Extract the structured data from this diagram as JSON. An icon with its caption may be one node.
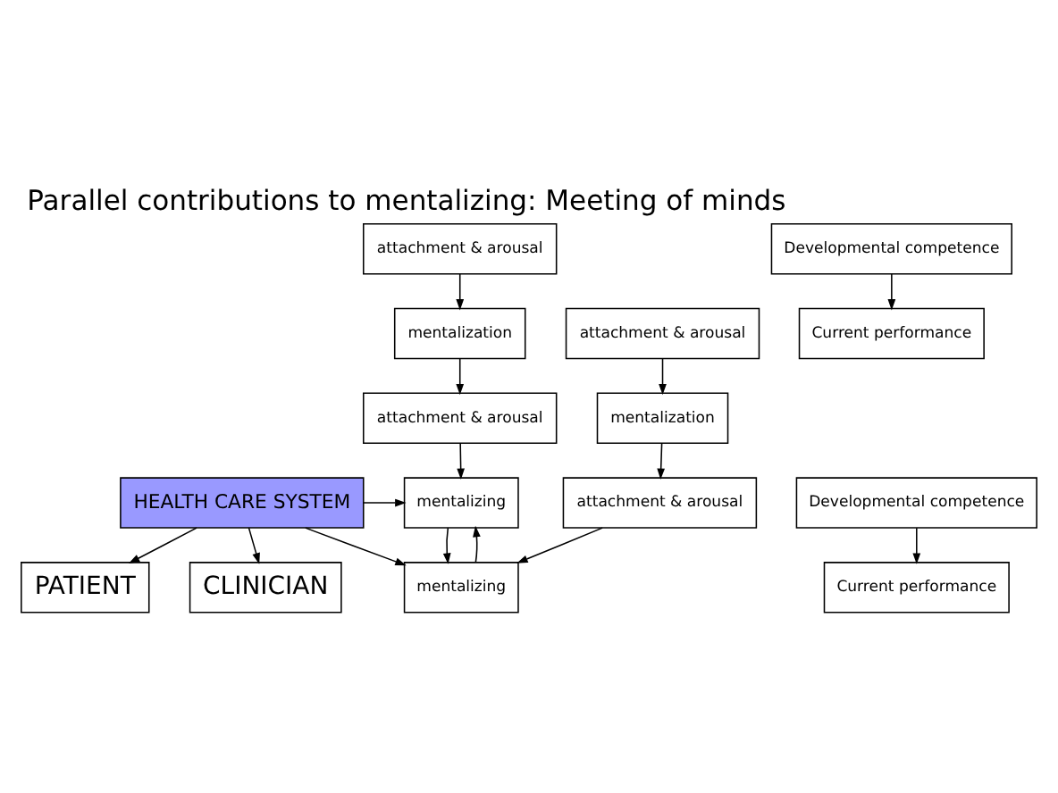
{
  "diagram": {
    "title": "Parallel contributions to mentalizing: Meeting of minds",
    "nodes": [
      {
        "text": [
          "PATIENT"
        ]
      },
      {
        "text": [
          "HEALTH CARE SYSTEM"
        ]
      },
      {
        "text": [
          "CLINICIAN"
        ]
      },
      {
        "text": [
          "attachment & arousal"
        ]
      },
      {
        "text": [
          "mentalization"
        ]
      },
      {
        "text": [
          "attachment & arousal"
        ]
      },
      {
        "text": [
          "mentalizing"
        ]
      },
      {
        "text": [
          "mentalizing"
        ]
      },
      {
        "text": [
          "attachment & arousal"
        ]
      },
      {
        "text": [
          "mentalization"
        ]
      },
      {
        "text": [
          "attachment & arousal"
        ]
      },
      {
        "text": [
          "Developmental competence"
        ]
      },
      {
        "text": [
          "Current performance"
        ]
      },
      {
        "text": [
          "Current performance"
        ]
      },
      {
        "text": [
          "Developmental competence"
        ]
      }
    ],
    "edges": [
      {
        "from": 1,
        "to": 0,
        "arrow": "to"
      },
      {
        "from": 1,
        "to": 2,
        "arrow": "to"
      },
      {
        "from": 1,
        "to": 6,
        "arrow": "to"
      },
      {
        "from": 1,
        "to": 7,
        "arrow": "to"
      },
      {
        "from": 3,
        "to": 4,
        "arrow": "to"
      },
      {
        "from": 4,
        "to": 5,
        "arrow": "to"
      },
      {
        "from": 5,
        "to": 6,
        "arrow": "to"
      },
      {
        "from": 6,
        "to": 7,
        "arrow": "to"
      },
      {
        "from": 7,
        "to": 6,
        "arrow": "to"
      },
      {
        "from": 8,
        "to": 7,
        "arrow": "to"
      },
      {
        "from": 9,
        "to": 8,
        "arrow": "to"
      },
      {
        "from": 10,
        "to": 9,
        "arrow": "to"
      },
      {
        "from": 11,
        "to": 12,
        "arrow": "to"
      },
      {
        "from": 14,
        "to": 13,
        "arrow": "to"
      }
    ]
  }
}
